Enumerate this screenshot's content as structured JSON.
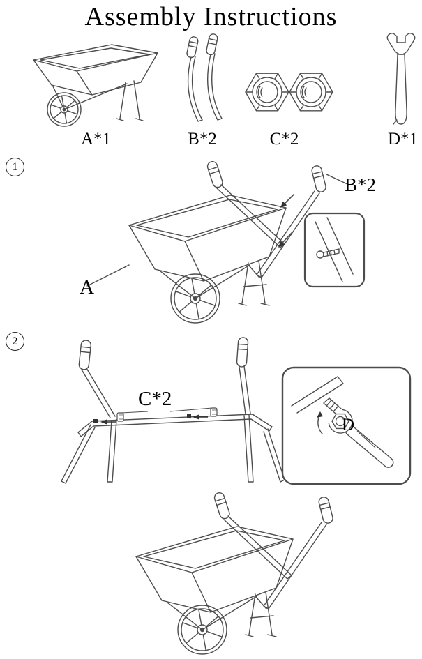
{
  "title": "Assembly Instructions",
  "parts": [
    {
      "label": "A*1"
    },
    {
      "label": "B*2"
    },
    {
      "label": "C*2"
    },
    {
      "label": "D*1"
    }
  ],
  "step1": {
    "number": "1",
    "handle_label": "B*2",
    "body_label": "A"
  },
  "step2": {
    "number": "2",
    "nuts_label": "C*2",
    "wrench_label": "D"
  },
  "colors": {
    "line": "#4d4d4d",
    "text": "#000000",
    "background": "#ffffff"
  }
}
